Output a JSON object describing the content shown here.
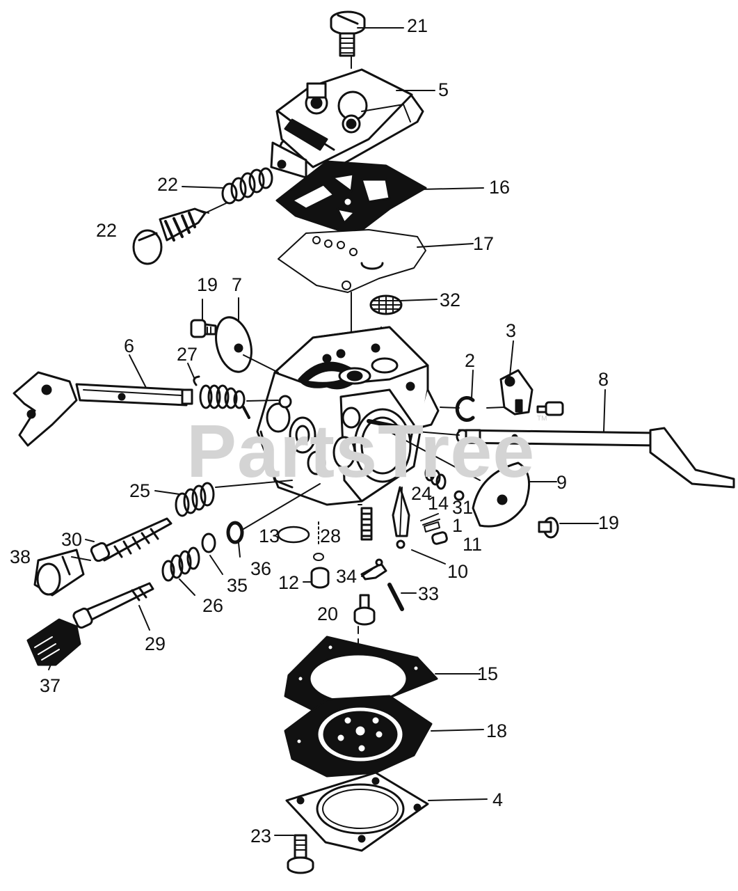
{
  "watermark": {
    "text": "PartsTree",
    "trademark": "TM"
  },
  "colors": {
    "ink": "#111111",
    "watermark": "#d4d4d4",
    "background": "#ffffff"
  },
  "callouts": {
    "c21": "21",
    "c5": "5",
    "c22a": "22",
    "c22b": "22",
    "c16": "16",
    "c17": "17",
    "c19a": "19",
    "c7": "7",
    "c32": "32",
    "c3": "3",
    "c6": "6",
    "c27": "27",
    "c2": "2",
    "c8": "8",
    "c25": "25",
    "c24": "24",
    "c14": "14",
    "c31": "31",
    "c9": "9",
    "c19b": "19",
    "c30": "30",
    "c13": "13",
    "c28": "28",
    "c1": "1",
    "c11": "11",
    "c38": "38",
    "c36": "36",
    "c10": "10",
    "c12": "12",
    "c34": "34",
    "c35": "35",
    "c33": "33",
    "c26": "26",
    "c20": "20",
    "c29": "29",
    "c37": "37",
    "c15": "15",
    "c18": "18",
    "c4": "4",
    "c23": "23"
  }
}
